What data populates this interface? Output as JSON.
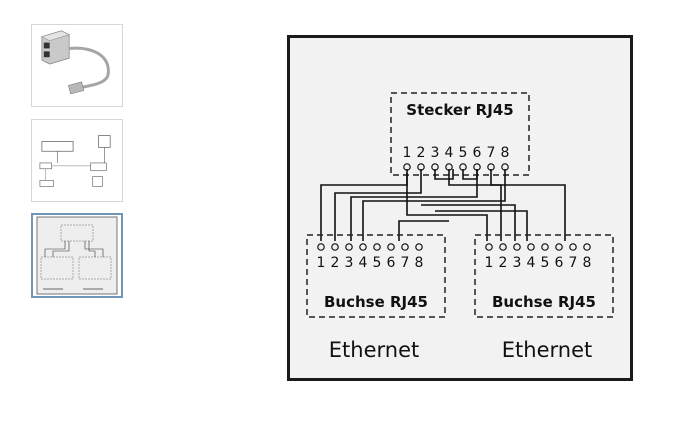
{
  "gallery": {
    "thumbnails": [
      {
        "name": "adapter-photo",
        "selected": false
      },
      {
        "name": "network-setup-diagram",
        "selected": false
      },
      {
        "name": "rj45-wiring-diagram",
        "selected": true
      }
    ]
  },
  "main_image": {
    "plug_label": "Stecker RJ45",
    "plug_pins": [
      "1",
      "2",
      "3",
      "4",
      "5",
      "6",
      "7",
      "8"
    ],
    "socket_left": {
      "label": "Buchse RJ45",
      "pins": [
        "1",
        "2",
        "3",
        "4",
        "5",
        "6",
        "7",
        "8"
      ],
      "network": "Ethernet"
    },
    "socket_right": {
      "label": "Buchse RJ45",
      "pins": [
        "1",
        "2",
        "3",
        "4",
        "5",
        "6",
        "7",
        "8"
      ],
      "network": "Ethernet"
    },
    "colors": {
      "frame": "#1a1a1a",
      "background": "#f2f2f2",
      "line": "#111111"
    }
  }
}
